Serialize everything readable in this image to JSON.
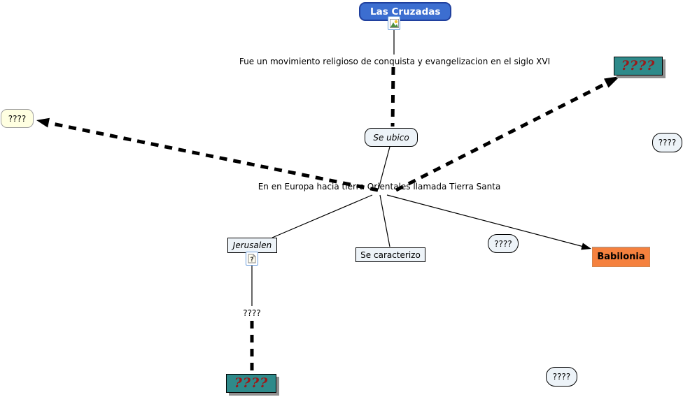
{
  "map_title": "Las Cruzadas",
  "colors": {
    "root_fill": "#3c6ed0",
    "root_border": "#20409e",
    "concept_fill": "#edf3f8",
    "teal_fill": "#2e8a8a",
    "teal_text": "#9b1a1a",
    "orange_fill": "#f5813e",
    "cream_fill": "#ffffe1",
    "line_color": "#000000"
  },
  "root": {
    "label": "Las Cruzadas",
    "resource_icon": "image-icon"
  },
  "linking": {
    "movimiento": "Fue un movimiento religioso de conquista y evangelizacion en el siglo XVI",
    "se_ubico": "Se ubico",
    "europa": "En en Europa hacia tierra Orientales llamada Tierra Santa",
    "se_caracterizo": "Se caracterizo",
    "jerusalen_link": "????",
    "babilonia_link": "????"
  },
  "concepts": {
    "jerusalen": {
      "label": "Jerusalen",
      "resource_icon": "question-document-icon"
    },
    "babilonia": {
      "label": "Babilonia"
    },
    "unknown_top_right": {
      "label": "????"
    },
    "unknown_bottom_teal": {
      "label": "????"
    },
    "unknown_left": {
      "label": "????"
    },
    "unknown_right": {
      "label": "????"
    },
    "unknown_bottom_right": {
      "label": "????"
    }
  }
}
